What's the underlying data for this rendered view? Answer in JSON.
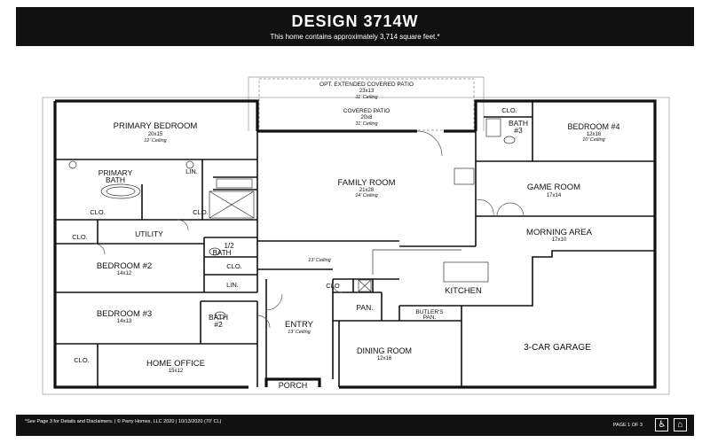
{
  "header": {
    "title": "DESIGN  3714W",
    "subtitle": "This home contains approximately 3,714 square feet.*"
  },
  "footer": {
    "note": "*See Page 3 for Details and Disclaimers.  |  © Perry Homes, LLC 2020  |  10/13/2020  (70' CL)",
    "page": "PAGE 1 OF 3",
    "icons": [
      "accessibility-icon",
      "equal-housing-icon"
    ]
  },
  "rooms": {
    "ext_patio": {
      "name": "OPT. EXTENDED COVERED PATIO",
      "size": "23x13",
      "ceiling": "11' Ceiling"
    },
    "patio": {
      "name": "COVERED PATIO",
      "size": "20x8",
      "ceiling": "11' Ceiling"
    },
    "primary_bed": {
      "name": "PRIMARY BEDROOM",
      "size": "20x15",
      "ceiling": "12' Ceiling"
    },
    "primary_bath": {
      "name": "PRIMARY",
      "name2": "BATH"
    },
    "family": {
      "name": "FAMILY ROOM",
      "size": "21x28",
      "ceiling": "14' Ceiling"
    },
    "bed4": {
      "name": "BEDROOM #4",
      "size": "12x16",
      "ceiling": "10' Ceiling"
    },
    "bath3": {
      "name": "BATH",
      "name2": "#3"
    },
    "game": {
      "name": "GAME ROOM",
      "size": "17x14"
    },
    "morning": {
      "name": "MORNING AREA",
      "size": "17x10"
    },
    "utility": {
      "name": "UTILITY"
    },
    "half_bath": {
      "name": "1/2",
      "name2": "BATH"
    },
    "bed2": {
      "name": "BEDROOM #2",
      "size": "14x12"
    },
    "gallery_ceiling": "13' Ceiling",
    "kitchen": {
      "name": "KITCHEN"
    },
    "bed3": {
      "name": "BEDROOM #3",
      "size": "14x13"
    },
    "bath2": {
      "name": "BATH",
      "name2": "#2"
    },
    "entry": {
      "name": "ENTRY",
      "ceiling": "13' Ceiling"
    },
    "pantry": {
      "name": "PAN."
    },
    "butler": {
      "name": "BUTLER'S",
      "name2": "PAN."
    },
    "dining": {
      "name": "DINING ROOM",
      "size": "12x16"
    },
    "garage": {
      "name": "3-CAR GARAGE"
    },
    "office": {
      "name": "HOME OFFICE",
      "size": "15x12"
    },
    "porch": {
      "name": "PORCH"
    }
  },
  "labels": {
    "clo": "CLO.",
    "clo_short": "CLO",
    "lin": "LIN."
  }
}
